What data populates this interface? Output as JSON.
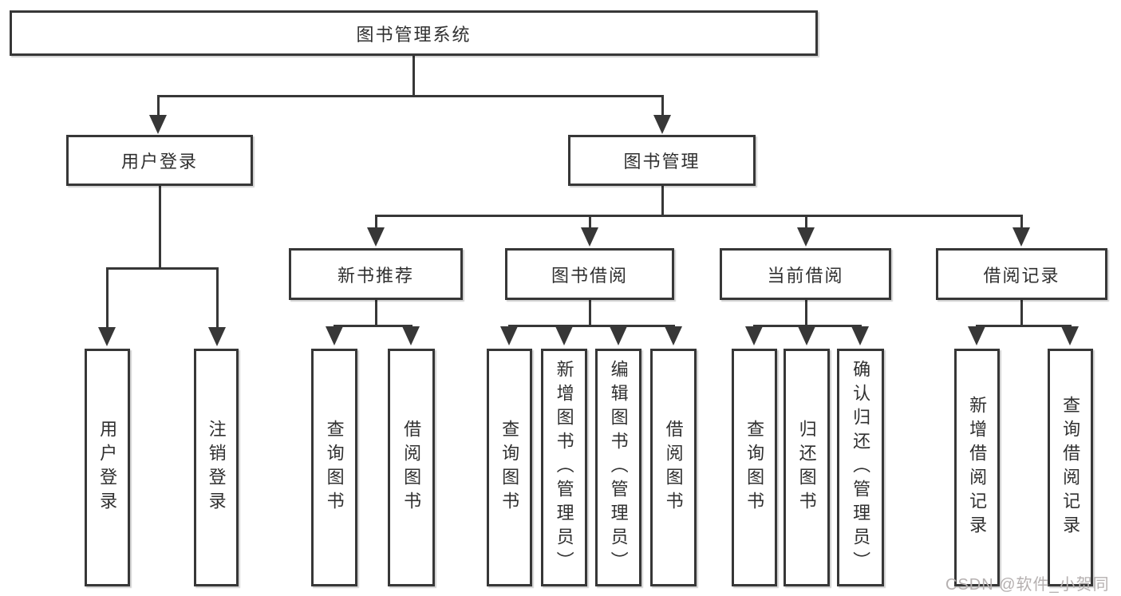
{
  "tree": {
    "label": "图书管理系统",
    "children": [
      {
        "label": "用户登录",
        "children": [
          {
            "label": "用户登录"
          },
          {
            "label": "注销登录"
          }
        ]
      },
      {
        "label": "图书管理",
        "children": [
          {
            "label": "新书推荐",
            "children": [
              {
                "label": "查询图书"
              },
              {
                "label": "借阅图书"
              }
            ]
          },
          {
            "label": "图书借阅",
            "children": [
              {
                "label": "查询图书"
              },
              {
                "label": "新增图书（管理员）"
              },
              {
                "label": "编辑图书（管理员）"
              },
              {
                "label": "借阅图书"
              }
            ]
          },
          {
            "label": "当前借阅",
            "children": [
              {
                "label": "查询图书"
              },
              {
                "label": "归还图书"
              },
              {
                "label": "确认归还（管理员）"
              }
            ]
          },
          {
            "label": "借阅记录",
            "children": [
              {
                "label": "新增借阅记录"
              },
              {
                "label": "查询借阅记录"
              }
            ]
          }
        ]
      }
    ]
  },
  "watermark": {
    "text": "CSDN @软件_小贺同学"
  },
  "colors": {
    "line": "#373737",
    "box_border": "#373737",
    "text": "#303030",
    "watermark": "#b5b0b0",
    "background": "#ffffff"
  }
}
